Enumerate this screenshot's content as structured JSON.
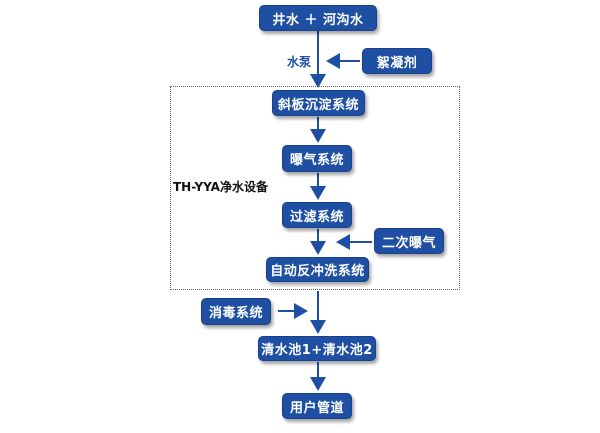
{
  "nodes": {
    "source": "井水 ＋ 河沟水",
    "flocculant": "絮凝剂",
    "pump": "水泵",
    "sedimentation": "斜板沉淀系统",
    "aeration": "曝气系统",
    "filtration": "过滤系统",
    "secondary_aeration": "二次曝气",
    "backwash": "自动反冲洗系统",
    "disinfection": "消毒系统",
    "clear_tanks": "清水池1+清水池2",
    "user_pipeline": "用户管道"
  },
  "group_label": "TH-YYA净水设备",
  "colors": {
    "box": "#1f4fa3",
    "arrow": "#1f4fa3"
  }
}
